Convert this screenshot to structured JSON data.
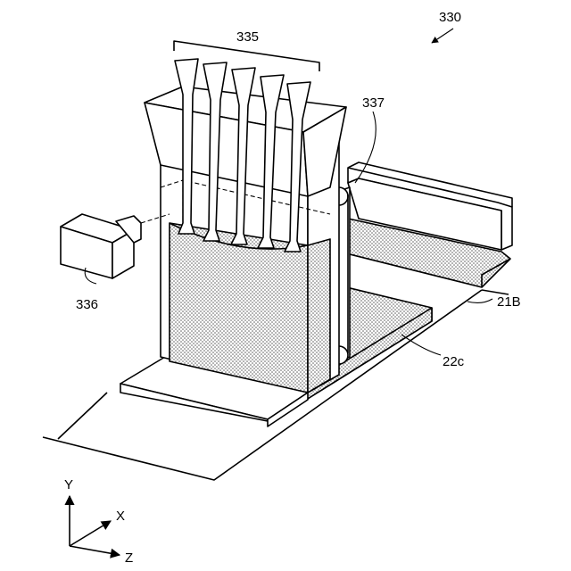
{
  "figure_ref": "330",
  "labels": {
    "nozzle_group": "335",
    "roller": "337",
    "camera": "336",
    "stage_b": "21B",
    "stage_c": "22c"
  },
  "axes": {
    "y": "Y",
    "x": "X",
    "z": "Z"
  }
}
